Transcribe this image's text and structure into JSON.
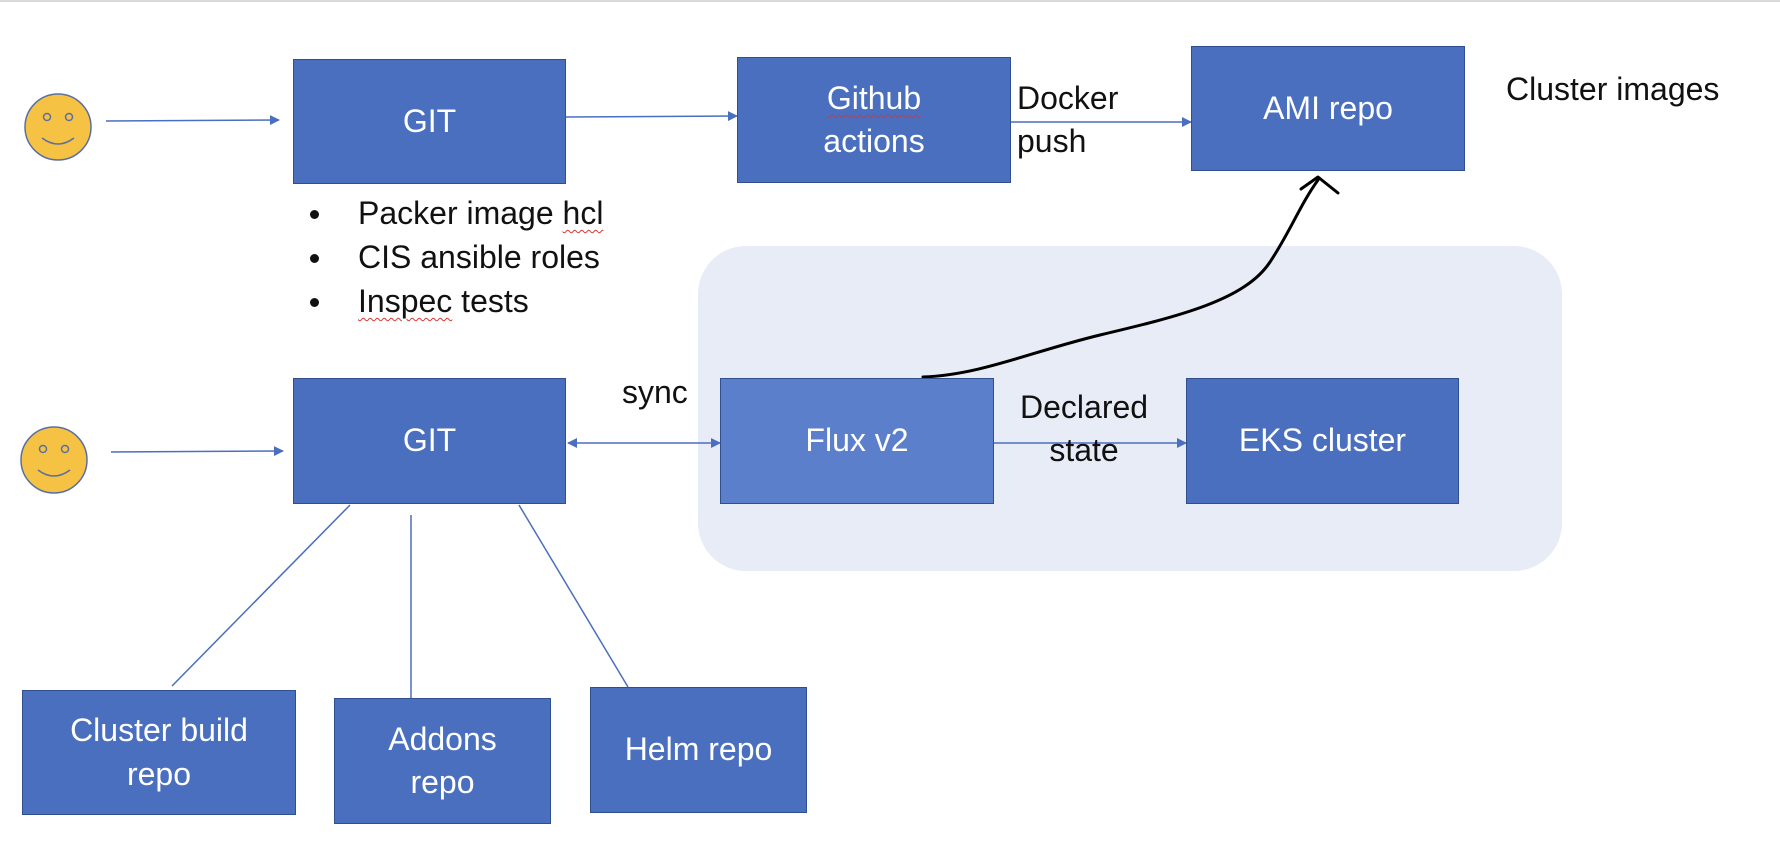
{
  "boxes": {
    "git_top": "GIT",
    "github_actions_line1": "Github",
    "github_actions_line2": "actions",
    "ami_repo": "AMI repo",
    "git_bottom": "GIT",
    "flux": "Flux v2",
    "eks": "EKS cluster",
    "cluster_build": "Cluster build\nrepo",
    "addons": "Addons\nrepo",
    "helm": "Helm repo"
  },
  "labels": {
    "docker_push": "Docker\npush",
    "cluster_images": "Cluster images",
    "sync": "sync",
    "declared_state": "Declared\nstate"
  },
  "bullets": [
    {
      "prefix": "Packer image ",
      "underlined": "hcl",
      "suffix": ""
    },
    {
      "prefix": "CIS ansible roles",
      "underlined": "",
      "suffix": ""
    },
    {
      "prefix": "",
      "underlined": "Inspec",
      "suffix": " tests"
    }
  ],
  "icons": [
    "smiley-face-icon",
    "smiley-face-icon"
  ],
  "colors": {
    "box_fill": "#4a6fbf",
    "box_fill_light": "#5b7fcb",
    "panel_fill": "#e8ecf6",
    "connector": "#4a6fbf",
    "smiley_fill": "#f6c243"
  }
}
